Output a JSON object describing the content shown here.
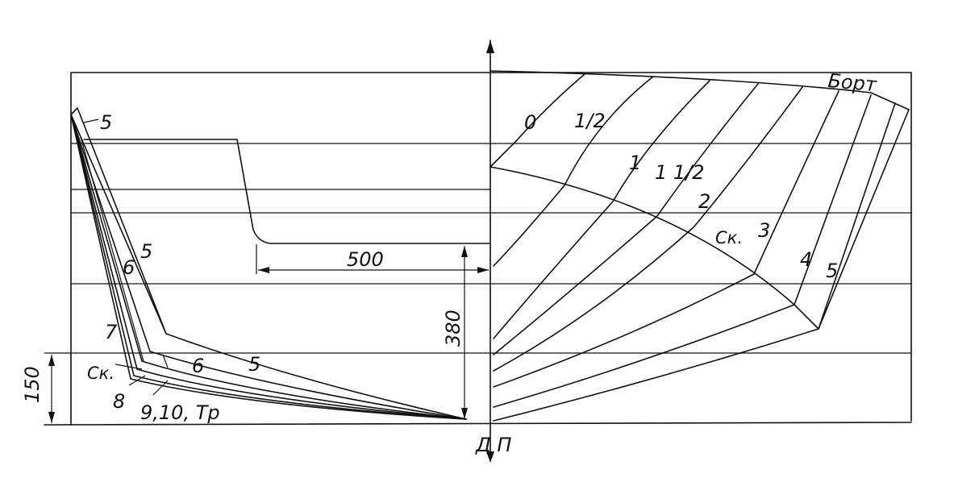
{
  "labels": {
    "bort": "Борт",
    "dp": "Д П",
    "sk": "Ск.",
    "st_0": "0",
    "st_half": "1/2",
    "st_1": "1",
    "st_1half": "1 1/2",
    "st_2": "2",
    "st_3": "3",
    "st_4": "4",
    "st_5_right": "5",
    "st_5_top": "5",
    "st_5_mid": "5",
    "st_6_mid": "6",
    "st_7": "7",
    "sk_left": "Ск.",
    "st_8": "8",
    "st_9_10_tr": "9,10, Тр",
    "st_6_bottom": "6",
    "st_5_bottom": "5"
  },
  "dimensions": {
    "width_500": "500",
    "height_380": "380",
    "height_150": "150"
  }
}
